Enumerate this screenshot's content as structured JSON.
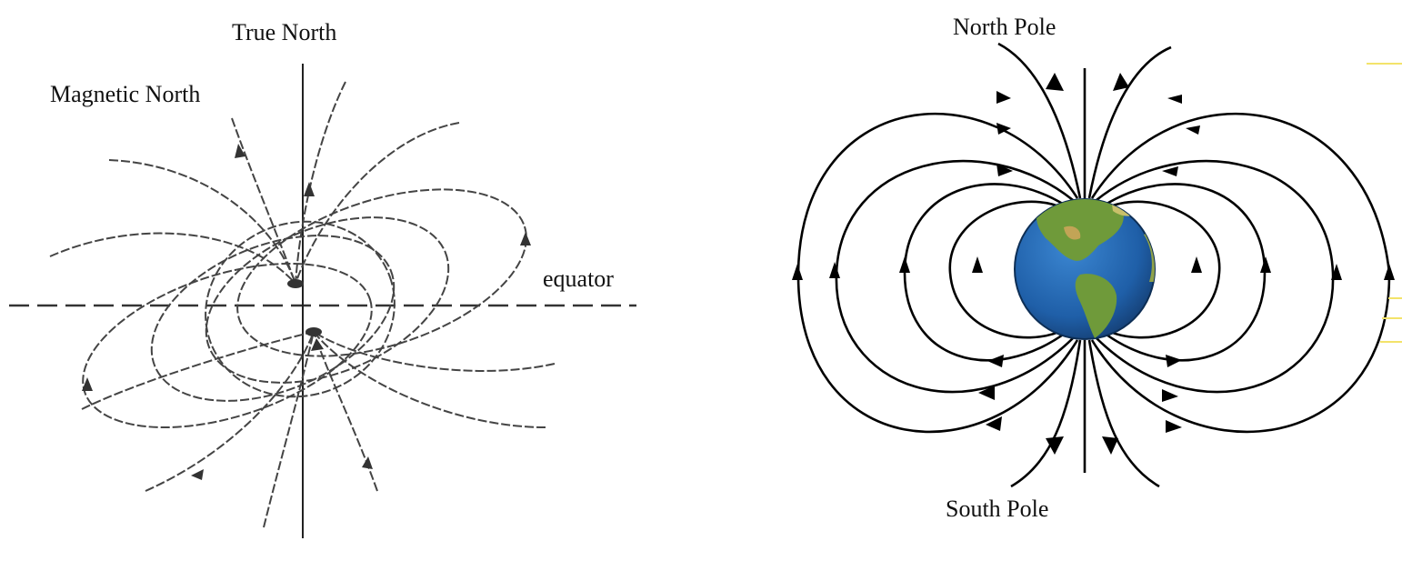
{
  "left_diagram": {
    "labels": {
      "true_north": "True North",
      "magnetic_north": "Magnetic North",
      "equator": "equator"
    }
  },
  "right_diagram": {
    "labels": {
      "north_pole": "North Pole",
      "south_pole": "South Pole"
    }
  },
  "colors": {
    "line_left": "#444444",
    "line_right": "#000000",
    "ocean": "#1f5fa8",
    "land": "#6f9a3a",
    "accent": "#f3e36a"
  }
}
